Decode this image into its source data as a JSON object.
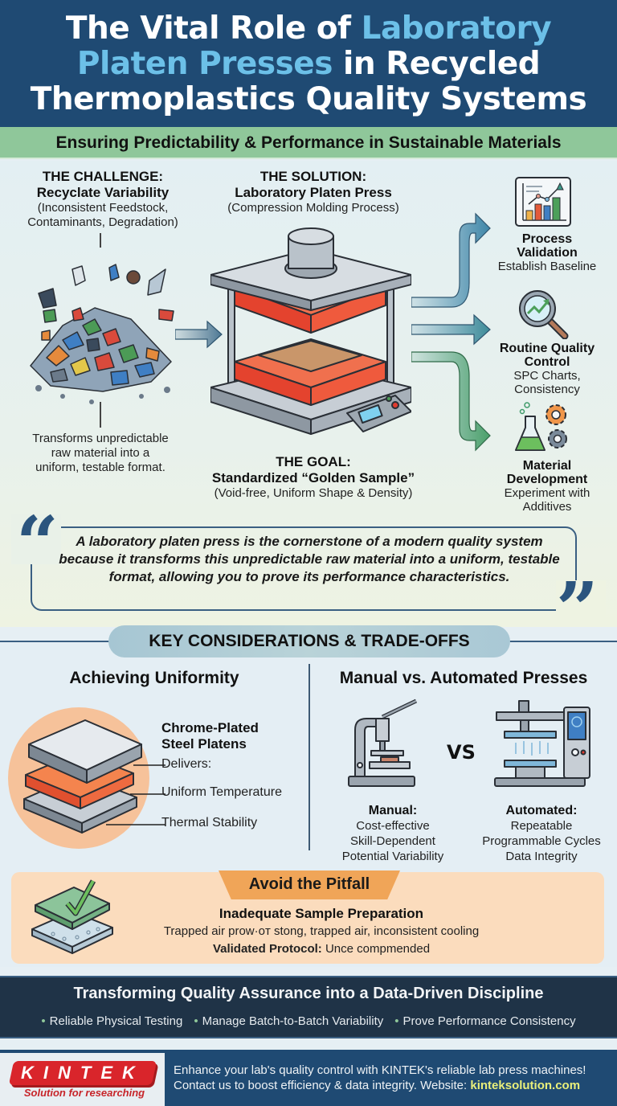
{
  "header": {
    "title_parts": {
      "part1": "The Vital Role of ",
      "accent1": "Laboratory",
      "accent2": "Platen Presses",
      "part2": " in Recycled",
      "line3": "Thermoplastics Quality Systems"
    },
    "subtitle": "Ensuring Predictability & Performance in Sustainable Materials"
  },
  "challenge": {
    "label": "THE CHALLENGE:",
    "title": "Recyclate Variability",
    "detail_line1": "(Inconsistent Feedstock,",
    "detail_line2": "Contaminants, Degradation)",
    "note_line1": "Transforms unpredictable",
    "note_line2": "raw material into a",
    "note_line3": "uniform, testable format."
  },
  "solution": {
    "label": "THE SOLUTION:",
    "title": "Laboratory Platen Press",
    "detail": "(Compression Molding Process)"
  },
  "goal": {
    "label": "THE GOAL:",
    "title": "Standardized “Golden Sample”",
    "detail": "(Void-free, Uniform Shape & Density)"
  },
  "outcomes": [
    {
      "title_line1": "Process",
      "title_line2": "Validation",
      "sub_line1": "Establish Baseline",
      "sub_line2": "",
      "icon": "bar-chart-icon"
    },
    {
      "title_line1": "Routine Quality",
      "title_line2": "Control",
      "sub_line1": "SPC Charts,",
      "sub_line2": "Consistency",
      "icon": "magnifier-trend-icon"
    },
    {
      "title_line1": "Material",
      "title_line2": "Development",
      "sub_line1": "Experiment with",
      "sub_line2": "Additives",
      "icon": "flask-gears-icon"
    }
  ],
  "quote": {
    "text": "A laboratory platen press is the cornerstone of a modern quality system because it transforms this unpredictable raw material into a uniform, testable format, allowing you to prove its performance characteristics.",
    "open_mark": "“",
    "close_mark": "”"
  },
  "considerations": {
    "heading": "KEY CONSIDERATIONS & TRADE-OFFS",
    "uniformity": {
      "title": "Achieving Uniformity",
      "platen_title_line1": "Chrome-Plated",
      "platen_title_line2": "Steel Platens",
      "delivers": "Delivers:",
      "benefit1": "Uniform Temperature",
      "benefit2": "Thermal Stability"
    },
    "presses": {
      "title": "Manual vs. Automated Presses",
      "vs": "VS",
      "manual": {
        "title": "Manual:",
        "points": [
          "Cost-effective",
          "Skill-Dependent",
          "Potential Variability"
        ]
      },
      "automated": {
        "title": "Automated:",
        "points": [
          "Repeatable",
          "Programmable Cycles",
          "Data Integrity"
        ]
      }
    }
  },
  "pitfall": {
    "badge": "Avoid the Pitfall",
    "title": "Inadequate Sample Preparation",
    "description": "Trapped air prow·oᴛ stong, trapped air, inconsistent cooling",
    "protocol_label": "Validated Protocol:",
    "protocol_text": " Unce compmended"
  },
  "qa_band": {
    "title": "Transforming Quality Assurance into a Data-Driven Discipline",
    "bullets": [
      "Reliable Physical Testing",
      "Manage Batch-to-Batch Variability",
      "Prove Performance Consistency"
    ],
    "bullet_glyph": "•"
  },
  "footer": {
    "logo_text": "KINTEK",
    "logo_tagline": "Solution for researching",
    "line1": "Enhance your lab's quality control with KINTEK's reliable lab press machines!",
    "line2_prefix": "Contact us to boost efficiency & data integrity. Website: ",
    "website": "kinteksolution.com"
  },
  "colors": {
    "header_bg": "#1f4a73",
    "accent_blue": "#6cc0e8",
    "subtitle_green": "#8fc79a",
    "pitfall_bg": "#fbdcbd",
    "pitfall_badge": "#f0a558",
    "qa_band_bg": "#1f3347",
    "kintek_red": "#d9252b",
    "website_yellow": "#e9ef7a"
  }
}
